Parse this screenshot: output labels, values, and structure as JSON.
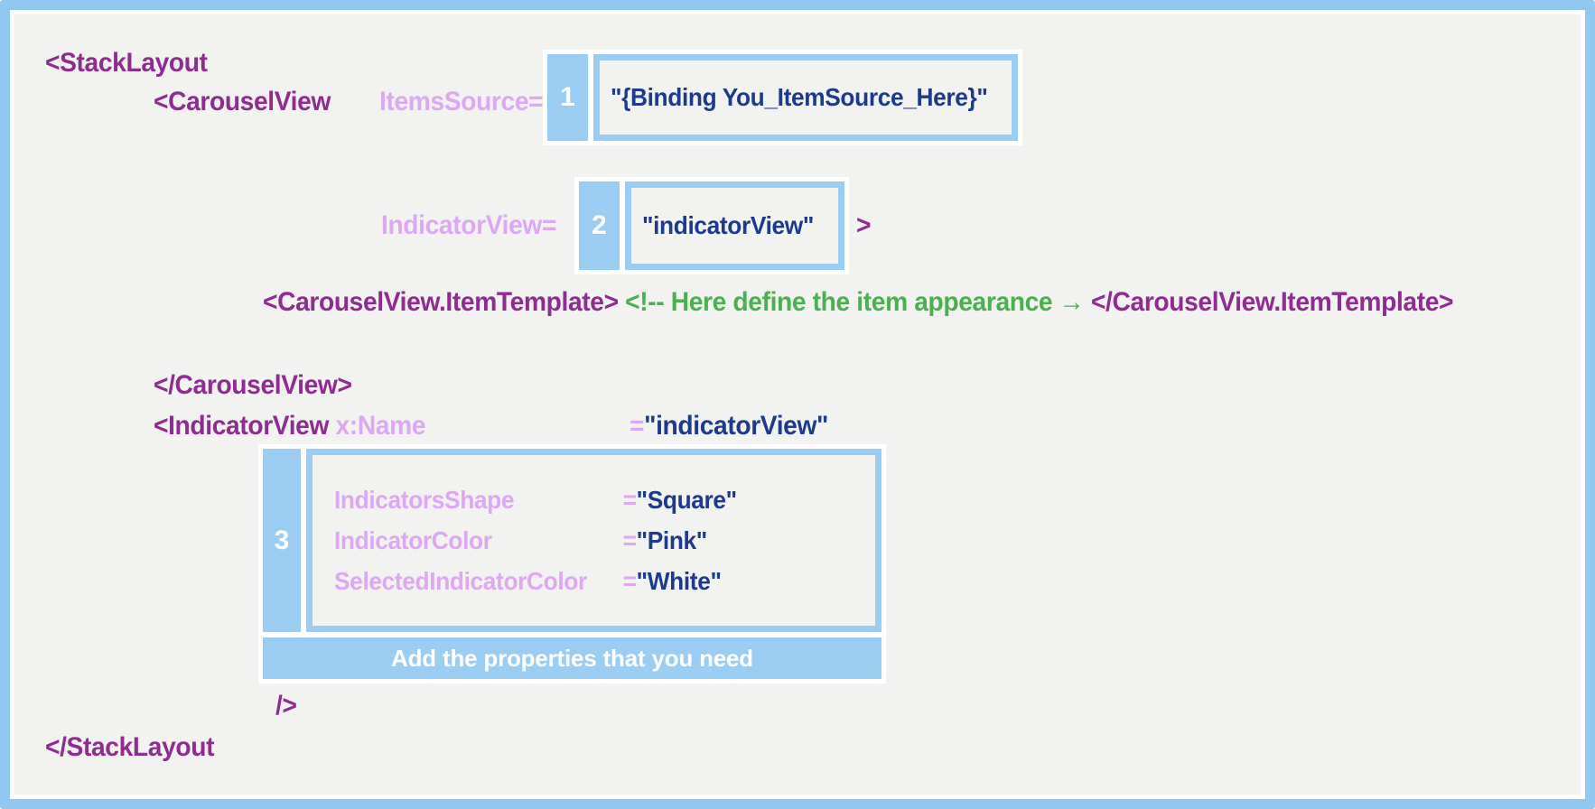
{
  "colors": {
    "frame_border_blue": "#92C8F0",
    "callout_blue": "#9BCDF2",
    "background_gray": "#F2F2F1",
    "tag_purple": "#8E2C90",
    "attribute_lavender": "#DDA8F2",
    "value_navy": "#1E3A8C",
    "comment_green": "#4CAF50",
    "white": "#FFFFFF"
  },
  "code": {
    "line1_open_tag": "<StackLayout",
    "line2_tag": "<CarouselView",
    "line2_attr": "ItemsSource=",
    "callout1": {
      "number": "1",
      "value": "\"{Binding You_ItemSource_Here}\""
    },
    "line3_attr": "IndicatorView=",
    "callout2": {
      "number": "2",
      "value": "\"indicatorView\""
    },
    "line3_close_bracket": ">",
    "line4_open_tag": "<CarouselView.ItemTemplate>",
    "line4_comment": "<!-- Here define the item appearance →",
    "line4_close_tag": "</CarouselView.ItemTemplate>",
    "line5_close_tag": "</CarouselView>",
    "line6_tag": "<IndicatorView",
    "line6_attr": "x:Name",
    "line6_eq": "=",
    "line6_value": "\"indicatorView\"",
    "callout3": {
      "number": "3",
      "properties": [
        {
          "name": "IndicatorsShape",
          "eq": "=",
          "value": "\"Square\""
        },
        {
          "name": "IndicatorColor",
          "eq": "=",
          "value": "\"Pink\""
        },
        {
          "name": "SelectedIndicatorColor",
          "eq": "=",
          "value": "\"White\""
        }
      ],
      "banner": "Add the properties that you need"
    },
    "line7_self_close": "/>",
    "line8_close_tag": "</StackLayout"
  }
}
